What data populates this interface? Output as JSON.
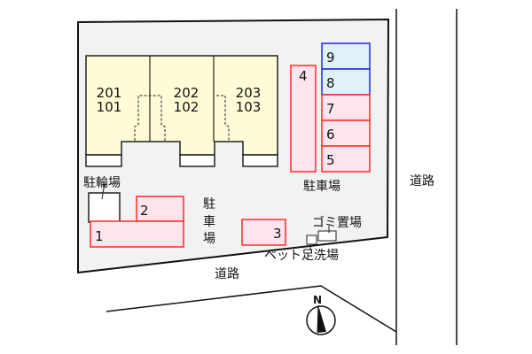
{
  "units": [
    {
      "upper": "201",
      "lower": "101"
    },
    {
      "upper": "202",
      "lower": "102"
    },
    {
      "upper": "203",
      "lower": "103"
    }
  ],
  "parking_spaces": {
    "s1": "1",
    "s2": "2",
    "s3": "3",
    "s4": "4",
    "s5": "5",
    "s6": "6",
    "s7": "7",
    "s8": "8",
    "s9": "9"
  },
  "labels": {
    "bicycle_parking": "駐輪場",
    "parking_vertical": [
      "駐",
      "車",
      "場"
    ],
    "parking_right": "駐車場",
    "road_right": "道路",
    "road_bottom": "道路",
    "garbage": "ゴミ置場",
    "pet_wash": "ペット足洗場",
    "north": "N"
  },
  "colors": {
    "building": "#fffbd6",
    "site": "#f2f2f2",
    "parking_red": "#ff2a2a",
    "parking_red_fill": "#ffe4ee",
    "parking_blue": "#2222ee",
    "parking_blue_fill": "#dff2fc"
  }
}
